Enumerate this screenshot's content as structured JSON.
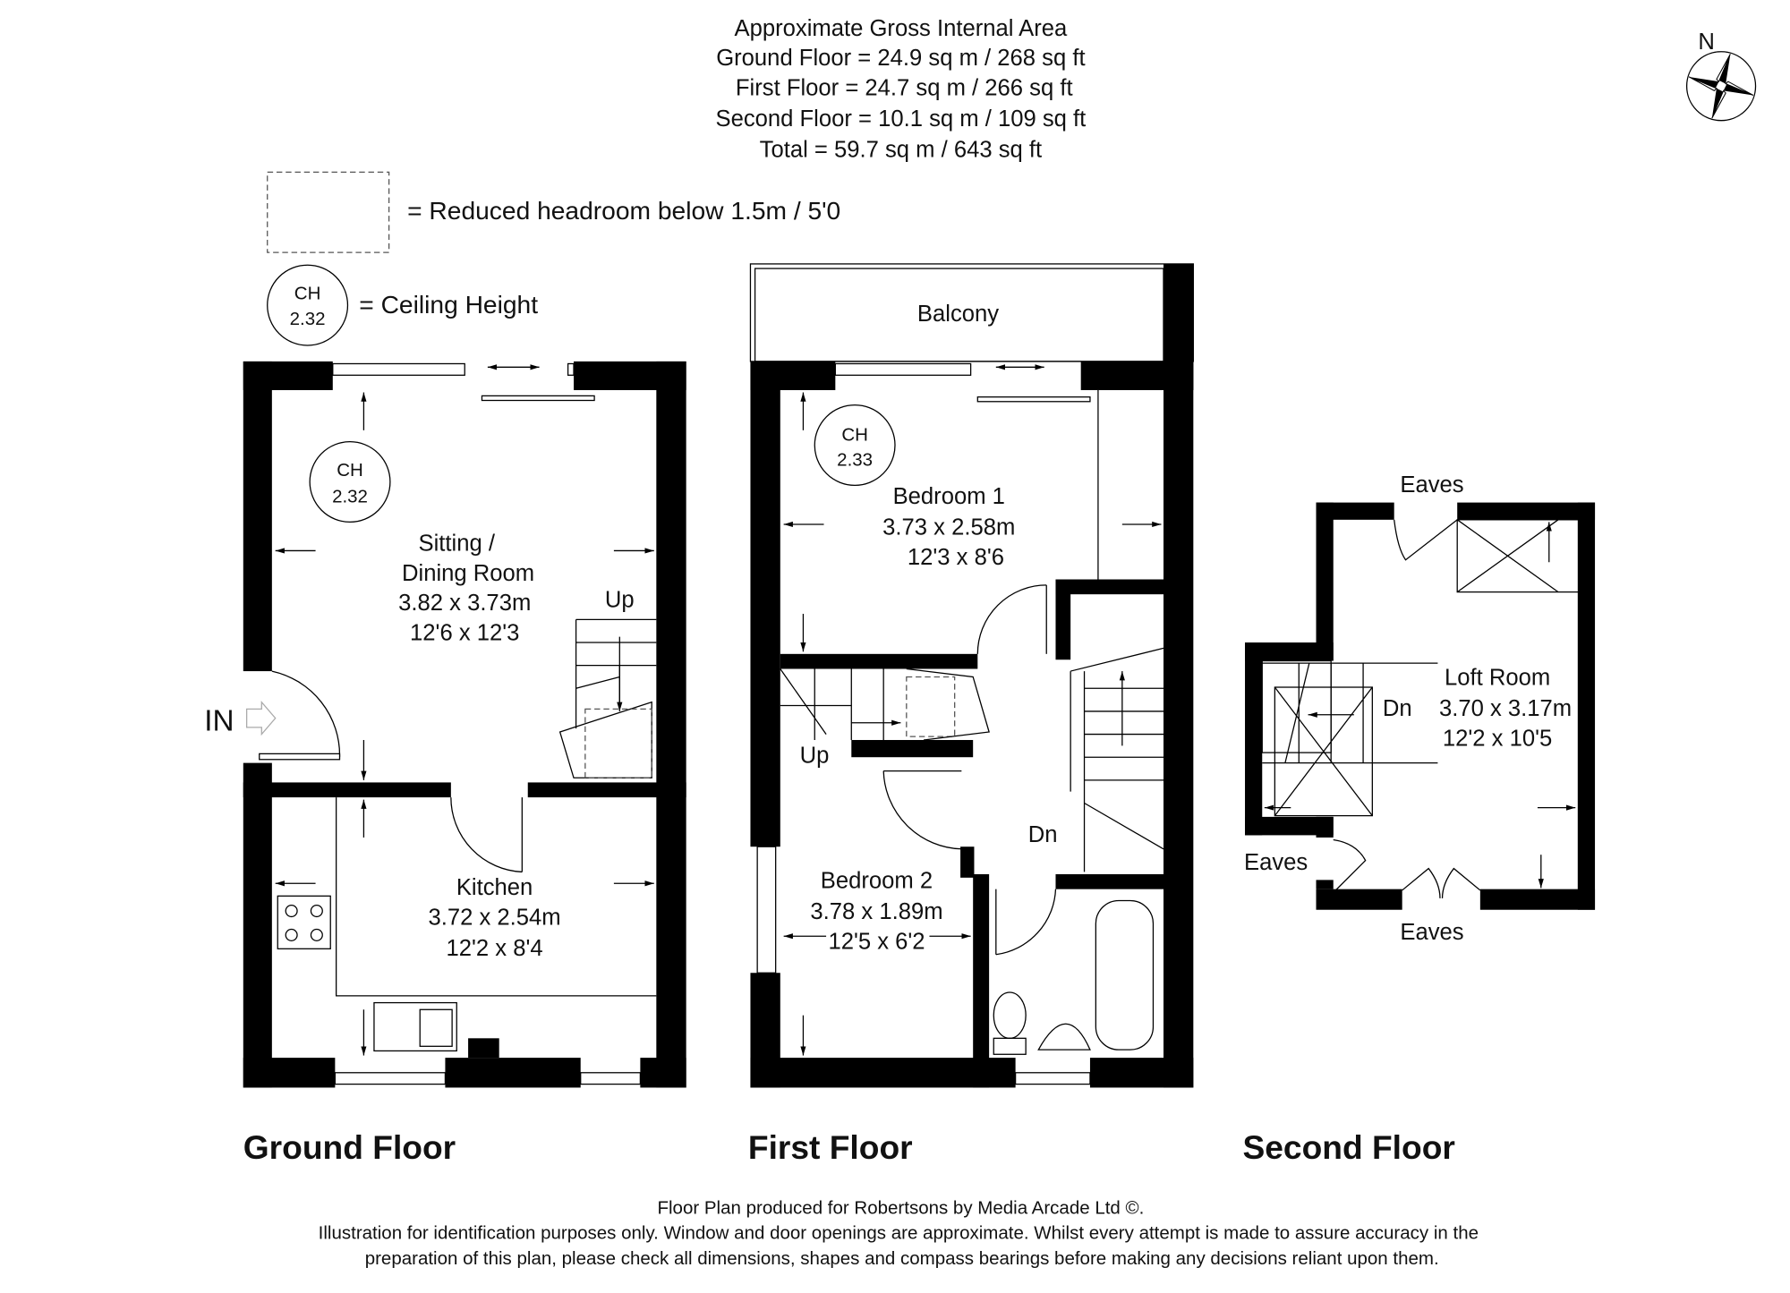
{
  "header": {
    "title": "Approximate Gross Internal Area",
    "lines": [
      "Ground Floor = 24.9 sq m / 268 sq ft",
      "First Floor = 24.7 sq m / 266 sq ft",
      "Second Floor = 10.1 sq m / 109 sq ft",
      "Total = 59.7 sq m / 643 sq ft"
    ]
  },
  "legend": {
    "reduced_headroom": "= Reduced headroom below 1.5m / 5'0",
    "ceiling_height": "= Ceiling Height",
    "ch_label": "CH",
    "ch_value": "2.32"
  },
  "compass": {
    "label": "N",
    "icon": "compass-rose-icon"
  },
  "ground_floor": {
    "title": "Ground Floor",
    "entrance": "IN",
    "ch": {
      "label": "CH",
      "value": "2.32"
    },
    "stairs_label": "Up",
    "rooms": [
      {
        "name_lines": [
          "Sitting /",
          "Dining Room"
        ],
        "metric": "3.82 x 3.73m",
        "imperial": "12'6 x 12'3"
      },
      {
        "name_lines": [
          "Kitchen"
        ],
        "metric": "3.72 x 2.54m",
        "imperial": "12'2 x 8'4"
      }
    ]
  },
  "first_floor": {
    "title": "First Floor",
    "balcony": "Balcony",
    "ch": {
      "label": "CH",
      "value": "2.33"
    },
    "stairs_up": "Up",
    "stairs_down": "Dn",
    "rooms": [
      {
        "name": "Bedroom 1",
        "metric": "3.73 x 2.58m",
        "imperial": "12'3 x 8'6"
      },
      {
        "name": "Bedroom 2",
        "metric": "3.78 x 1.89m",
        "imperial": "12'5 x 6'2"
      }
    ]
  },
  "second_floor": {
    "title": "Second Floor",
    "eaves": [
      "Eaves",
      "Eaves",
      "Eaves"
    ],
    "stairs_down": "Dn",
    "rooms": [
      {
        "name": "Loft Room",
        "metric": "3.70 x 3.17m",
        "imperial": "12'2 x 10'5"
      }
    ]
  },
  "footer": {
    "line1": "Floor Plan produced for Robertsons by Media Arcade Ltd ©.",
    "line2": "Illustration for identification purposes only. Window and door openings are approximate. Whilst every attempt is made to assure accuracy in the",
    "line3": "preparation of this plan, please check all dimensions, shapes and compass bearings before making any decisions reliant upon them."
  }
}
